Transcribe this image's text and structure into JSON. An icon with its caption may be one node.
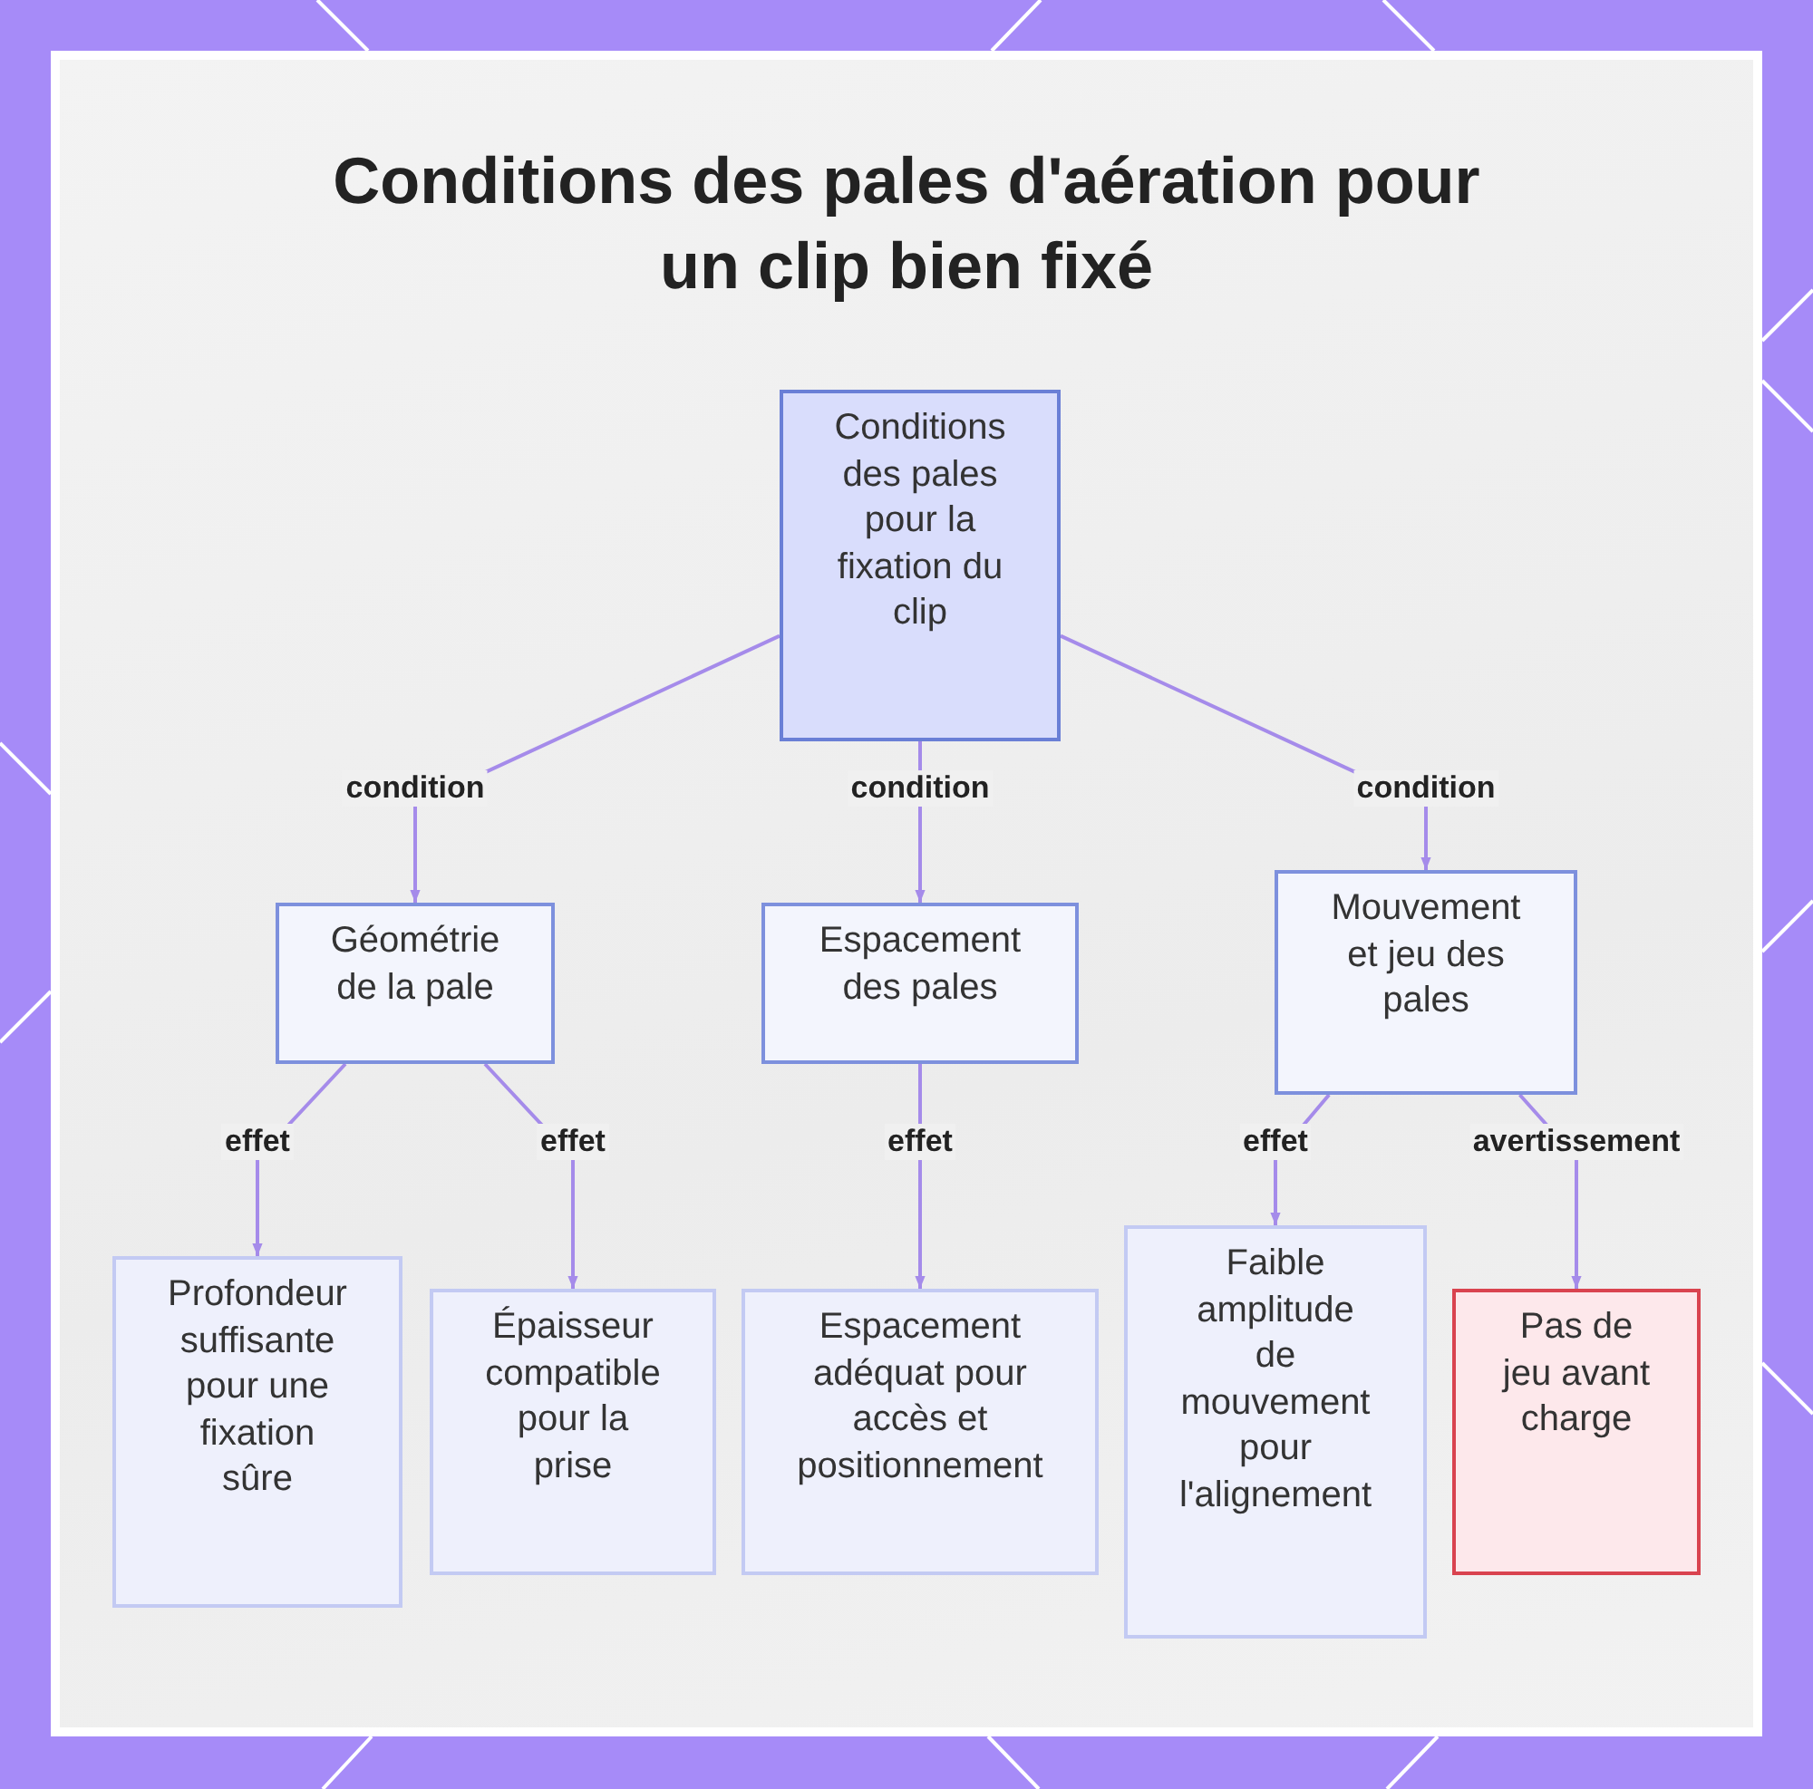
{
  "diagram": {
    "title": "Conditions des pales d'aération pour un clip bien fixé",
    "nodes": [
      {
        "text": [
          "Conditions des pales pour la fixation du clip"
        ]
      },
      {
        "text": [
          "Géométrie de la pale"
        ]
      },
      {
        "text": [
          "Espacement des pales"
        ]
      },
      {
        "text": [
          "Mouvement et jeu des pales"
        ]
      },
      {
        "text": [
          "Profondeur suffisante pour une fixation sûre"
        ]
      },
      {
        "text": [
          "Épaisseur compatible pour la prise"
        ]
      },
      {
        "text": [
          "Espacement adéquat pour accès et positionnement"
        ]
      },
      {
        "text": [
          "Faible amplitude de mouvement pour l'alignement"
        ]
      },
      {
        "text": [
          "Pas de jeu avant charge"
        ]
      }
    ],
    "edges": [
      {
        "from": 0,
        "to": 1,
        "arrow": "to",
        "label": "condition"
      },
      {
        "from": 0,
        "to": 2,
        "arrow": "to",
        "label": "condition"
      },
      {
        "from": 0,
        "to": 3,
        "arrow": "to",
        "label": "condition"
      },
      {
        "from": 1,
        "to": 4,
        "arrow": "to",
        "label": "effet"
      },
      {
        "from": 1,
        "to": 5,
        "arrow": "to",
        "label": "effet"
      },
      {
        "from": 2,
        "to": 6,
        "arrow": "to",
        "label": "effet"
      },
      {
        "from": 3,
        "to": 7,
        "arrow": "to",
        "label": "effet"
      },
      {
        "from": 3,
        "to": 8,
        "arrow": "to",
        "label": "avertissement"
      }
    ]
  }
}
